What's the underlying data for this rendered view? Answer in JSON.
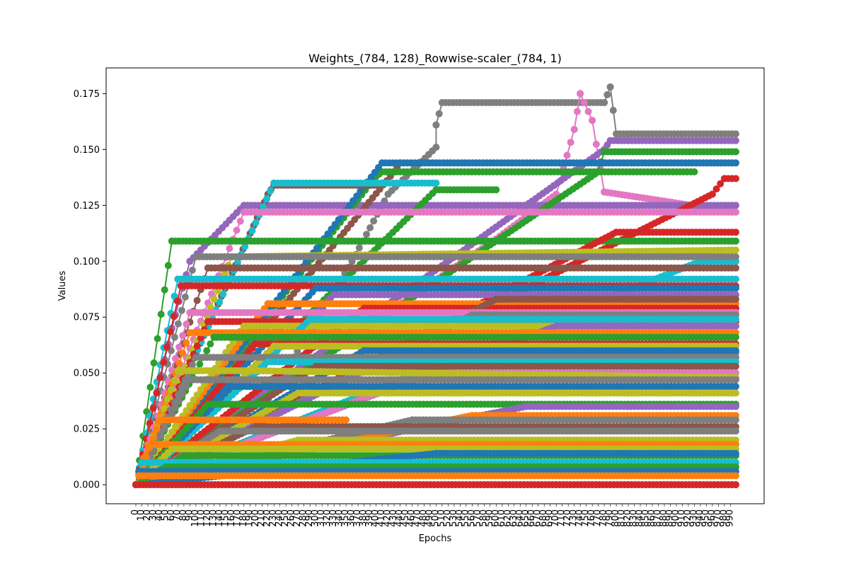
{
  "chart_data": {
    "type": "line",
    "title": "Weights_(784, 128)_Rowwise-scaler_(784, 1)",
    "xlabel": "Epochs",
    "ylabel": "Values",
    "xlim": [
      0,
      999
    ],
    "ylim": [
      -0.0085,
      0.1865
    ],
    "yticks": [
      0.0,
      0.025,
      0.05,
      0.075,
      0.1,
      0.125,
      0.15,
      0.175
    ],
    "ytick_labels": [
      "0.000",
      "0.025",
      "0.050",
      "0.075",
      "0.100",
      "0.125",
      "0.150",
      "0.175"
    ],
    "marker": "circle",
    "grid": false,
    "palette": [
      "#1f77b4",
      "#ff7f0e",
      "#2ca02c",
      "#d62728",
      "#9467bd",
      "#8c564b",
      "#e377c2",
      "#7f7f7f",
      "#bcbd22",
      "#17becf"
    ],
    "series": [
      {
        "color": "#d62728",
        "points": [
          [
            0,
            0.0
          ],
          [
            999,
            0.0
          ]
        ]
      },
      {
        "color": "#7f7f7f",
        "points": [
          [
            0,
            0.0
          ],
          [
            190,
            0.025
          ],
          [
            360,
            0.1
          ],
          [
            420,
            0.13
          ],
          [
            500,
            0.151
          ],
          [
            500,
            0.161
          ],
          [
            510,
            0.171
          ],
          [
            780,
            0.171
          ],
          [
            790,
            0.178
          ],
          [
            800,
            0.157
          ],
          [
            999,
            0.157
          ]
        ]
      },
      {
        "color": "#e377c2",
        "points": [
          [
            0,
            0.0
          ],
          [
            600,
            0.11
          ],
          [
            700,
            0.13
          ],
          [
            730,
            0.159
          ],
          [
            740,
            0.175
          ],
          [
            760,
            0.163
          ],
          [
            780,
            0.131
          ],
          [
            999,
            0.122
          ]
        ]
      },
      {
        "color": "#9467bd",
        "points": [
          [
            0,
            0.0
          ],
          [
            60,
            0.07
          ],
          [
            90,
            0.1
          ],
          [
            180,
            0.125
          ],
          [
            999,
            0.125
          ]
        ]
      },
      {
        "color": "#9467bd",
        "points": [
          [
            0,
            0.0
          ],
          [
            780,
            0.15
          ],
          [
            790,
            0.154
          ],
          [
            999,
            0.154
          ]
        ]
      },
      {
        "color": "#2ca02c",
        "points": [
          [
            0,
            0.0
          ],
          [
            770,
            0.14
          ],
          [
            780,
            0.149
          ],
          [
            999,
            0.149
          ]
        ]
      },
      {
        "color": "#8c564b",
        "points": [
          [
            0,
            0.0
          ],
          [
            430,
            0.14
          ],
          [
            440,
            0.144
          ],
          [
            999,
            0.144
          ]
        ]
      },
      {
        "color": "#2ca02c",
        "points": [
          [
            0,
            0.0
          ],
          [
            400,
            0.138
          ],
          [
            410,
            0.14
          ],
          [
            930,
            0.14
          ]
        ]
      },
      {
        "color": "#1f77b4",
        "points": [
          [
            0,
            0.0
          ],
          [
            410,
            0.144
          ],
          [
            999,
            0.144
          ]
        ]
      },
      {
        "color": "#d62728",
        "points": [
          [
            0,
            0.0
          ],
          [
            960,
            0.13
          ],
          [
            980,
            0.137
          ],
          [
            999,
            0.137
          ]
        ]
      },
      {
        "color": "#8c564b",
        "points": [
          [
            0,
            0.0
          ],
          [
            220,
            0.13
          ],
          [
            230,
            0.134
          ],
          [
            410,
            0.134
          ]
        ]
      },
      {
        "color": "#17becf",
        "points": [
          [
            0,
            0.0
          ],
          [
            230,
            0.135
          ],
          [
            500,
            0.135
          ]
        ]
      },
      {
        "color": "#2ca02c",
        "points": [
          [
            0,
            0.0
          ],
          [
            500,
            0.132
          ],
          [
            600,
            0.132
          ]
        ]
      },
      {
        "color": "#e377c2",
        "points": [
          [
            0,
            0.0
          ],
          [
            180,
            0.122
          ],
          [
            999,
            0.122
          ]
        ]
      },
      {
        "color": "#2ca02c",
        "points": [
          [
            0,
            0.0
          ],
          [
            60,
            0.109
          ],
          [
            999,
            0.109
          ]
        ]
      },
      {
        "color": "#d62728",
        "points": [
          [
            0,
            0.0
          ],
          [
            800,
            0.113
          ],
          [
            999,
            0.113
          ]
        ]
      },
      {
        "color": "#17becf",
        "points": [
          [
            0,
            0.0
          ],
          [
            940,
            0.1
          ],
          [
            999,
            0.1
          ]
        ]
      },
      {
        "color": "#bcbd22",
        "points": [
          [
            0,
            0.0
          ],
          [
            160,
            0.102
          ],
          [
            999,
            0.105
          ]
        ]
      },
      {
        "color": "#7f7f7f",
        "points": [
          [
            0,
            0.0
          ],
          [
            100,
            0.102
          ],
          [
            999,
            0.102
          ]
        ]
      },
      {
        "color": "#8c564b",
        "points": [
          [
            0,
            0.0
          ],
          [
            120,
            0.097
          ],
          [
            999,
            0.097
          ]
        ]
      },
      {
        "color": "#17becf",
        "points": [
          [
            0,
            0.0
          ],
          [
            70,
            0.092
          ],
          [
            999,
            0.092
          ]
        ]
      },
      {
        "color": "#d62728",
        "points": [
          [
            0,
            0.0
          ],
          [
            75,
            0.089
          ],
          [
            999,
            0.089
          ]
        ]
      },
      {
        "color": "#1f77b4",
        "points": [
          [
            0,
            0.0
          ],
          [
            300,
            0.088
          ],
          [
            999,
            0.088
          ]
        ]
      },
      {
        "color": "#9467bd",
        "points": [
          [
            0,
            0.0
          ],
          [
            330,
            0.085
          ],
          [
            999,
            0.085
          ]
        ]
      },
      {
        "color": "#ff7f0e",
        "points": [
          [
            0,
            0.0
          ],
          [
            220,
            0.081
          ],
          [
            999,
            0.081
          ]
        ]
      },
      {
        "color": "#d62728",
        "points": [
          [
            0,
            0.0
          ],
          [
            380,
            0.079
          ],
          [
            999,
            0.079
          ]
        ]
      },
      {
        "color": "#8c564b",
        "points": [
          [
            0,
            0.0
          ],
          [
            600,
            0.083
          ],
          [
            999,
            0.083
          ]
        ]
      },
      {
        "color": "#e377c2",
        "points": [
          [
            0,
            0.0
          ],
          [
            90,
            0.077
          ],
          [
            999,
            0.077
          ]
        ]
      },
      {
        "color": "#7f7f7f",
        "points": [
          [
            0,
            0.0
          ],
          [
            560,
            0.076
          ],
          [
            999,
            0.076
          ]
        ]
      },
      {
        "color": "#d62728",
        "points": [
          [
            0,
            0.0
          ],
          [
            120,
            0.073
          ],
          [
            999,
            0.073
          ]
        ]
      },
      {
        "color": "#bcbd22",
        "points": [
          [
            0,
            0.0
          ],
          [
            180,
            0.071
          ],
          [
            999,
            0.071
          ]
        ]
      },
      {
        "color": "#17becf",
        "points": [
          [
            0,
            0.0
          ],
          [
            290,
            0.074
          ],
          [
            999,
            0.074
          ]
        ]
      },
      {
        "color": "#9467bd",
        "points": [
          [
            0,
            0.0
          ],
          [
            700,
            0.071
          ],
          [
            999,
            0.071
          ]
        ]
      },
      {
        "color": "#ff7f0e",
        "points": [
          [
            0,
            0.0
          ],
          [
            90,
            0.068
          ],
          [
            999,
            0.068
          ]
        ]
      },
      {
        "color": "#2ca02c",
        "points": [
          [
            0,
            0.0
          ],
          [
            130,
            0.066
          ],
          [
            999,
            0.066
          ]
        ]
      },
      {
        "color": "#d62728",
        "points": [
          [
            0,
            0.0
          ],
          [
            200,
            0.063
          ],
          [
            999,
            0.063
          ]
        ]
      },
      {
        "color": "#bcbd22",
        "points": [
          [
            0,
            0.0
          ],
          [
            230,
            0.062
          ],
          [
            999,
            0.062
          ]
        ]
      },
      {
        "color": "#9467bd",
        "points": [
          [
            0,
            0.0
          ],
          [
            440,
            0.059
          ],
          [
            999,
            0.059
          ]
        ]
      },
      {
        "color": "#1f77b4",
        "points": [
          [
            0,
            0.0
          ],
          [
            380,
            0.06
          ],
          [
            999,
            0.06
          ]
        ]
      },
      {
        "color": "#7f7f7f",
        "points": [
          [
            0,
            0.0
          ],
          [
            100,
            0.057
          ],
          [
            999,
            0.057
          ]
        ]
      },
      {
        "color": "#17becf",
        "points": [
          [
            0,
            0.0
          ],
          [
            220,
            0.055
          ],
          [
            999,
            0.055
          ]
        ]
      },
      {
        "color": "#8c564b",
        "points": [
          [
            0,
            0.0
          ],
          [
            300,
            0.053
          ],
          [
            999,
            0.053
          ]
        ]
      },
      {
        "color": "#e377c2",
        "points": [
          [
            0,
            0.0
          ],
          [
            490,
            0.05
          ],
          [
            999,
            0.05
          ]
        ]
      },
      {
        "color": "#bcbd22",
        "points": [
          [
            0,
            0.0
          ],
          [
            70,
            0.051
          ],
          [
            200,
            0.051
          ],
          [
            999,
            0.048
          ]
        ]
      },
      {
        "color": "#7f7f7f",
        "points": [
          [
            0,
            0.0
          ],
          [
            90,
            0.047
          ],
          [
            999,
            0.047
          ]
        ]
      },
      {
        "color": "#1f77b4",
        "points": [
          [
            0,
            0.0
          ],
          [
            160,
            0.044
          ],
          [
            999,
            0.044
          ]
        ]
      },
      {
        "color": "#bcbd22",
        "points": [
          [
            0,
            0.0
          ],
          [
            270,
            0.041
          ],
          [
            999,
            0.041
          ]
        ]
      },
      {
        "color": "#2ca02c",
        "points": [
          [
            0,
            0.0
          ],
          [
            120,
            0.036
          ],
          [
            999,
            0.036
          ]
        ]
      },
      {
        "color": "#9467bd",
        "points": [
          [
            0,
            0.0
          ],
          [
            650,
            0.035
          ],
          [
            999,
            0.035
          ]
        ]
      },
      {
        "color": "#ff7f0e",
        "points": [
          [
            0,
            0.0
          ],
          [
            560,
            0.031
          ],
          [
            999,
            0.031
          ]
        ]
      },
      {
        "color": "#7f7f7f",
        "points": [
          [
            0,
            0.0
          ],
          [
            460,
            0.029
          ],
          [
            999,
            0.029
          ]
        ]
      },
      {
        "color": "#ff7f0e",
        "points": [
          [
            0,
            0.0
          ],
          [
            40,
            0.029
          ],
          [
            350,
            0.029
          ]
        ]
      },
      {
        "color": "#8c564b",
        "points": [
          [
            0,
            0.0
          ],
          [
            200,
            0.026
          ],
          [
            999,
            0.026
          ]
        ]
      },
      {
        "color": "#7f7f7f",
        "points": [
          [
            0,
            0.0
          ],
          [
            140,
            0.024
          ],
          [
            999,
            0.024
          ]
        ]
      },
      {
        "color": "#bcbd22",
        "points": [
          [
            0,
            0.0
          ],
          [
            270,
            0.02
          ],
          [
            999,
            0.02
          ]
        ]
      },
      {
        "color": "#ff7f0e",
        "points": [
          [
            0,
            0.0
          ],
          [
            20,
            0.018
          ],
          [
            999,
            0.018
          ]
        ]
      },
      {
        "color": "#bcbd22",
        "points": [
          [
            0,
            0.0
          ],
          [
            60,
            0.016
          ],
          [
            999,
            0.016
          ]
        ]
      },
      {
        "color": "#2ca02c",
        "points": [
          [
            0,
            0.0
          ],
          [
            80,
            0.013
          ],
          [
            999,
            0.013
          ]
        ]
      },
      {
        "color": "#1f77b4",
        "points": [
          [
            0,
            0.0
          ],
          [
            500,
            0.014
          ],
          [
            999,
            0.014
          ]
        ]
      },
      {
        "color": "#17becf",
        "points": [
          [
            0,
            0.0
          ],
          [
            10,
            0.01
          ],
          [
            999,
            0.01
          ]
        ]
      },
      {
        "color": "#2ca02c",
        "points": [
          [
            0,
            0.0
          ],
          [
            50,
            0.008
          ],
          [
            999,
            0.008
          ]
        ]
      },
      {
        "color": "#1f77b4",
        "points": [
          [
            0,
            0.0
          ],
          [
            5,
            0.006
          ],
          [
            999,
            0.006
          ]
        ]
      },
      {
        "color": "#ff7f0e",
        "points": [
          [
            0,
            0.0
          ],
          [
            5,
            0.004
          ],
          [
            999,
            0.004
          ]
        ]
      },
      {
        "color": "#d62728",
        "points": [
          [
            0,
            0.0
          ],
          [
            999,
            0.0
          ]
        ]
      }
    ]
  }
}
